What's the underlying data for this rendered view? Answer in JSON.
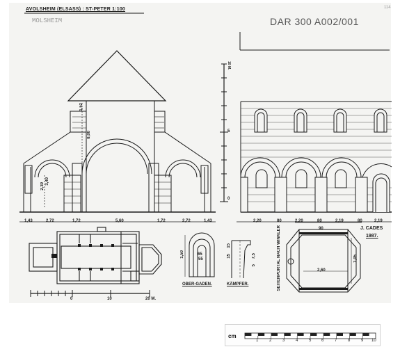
{
  "sheet": {
    "title": "AVOLSHEIM (ELSASS) : ST-PETER 1:100",
    "location_note": "MOLSHEIM",
    "archive_ref": "DAR 300 A002/001",
    "corner_mark": "114"
  },
  "section": {
    "height_scale_top": "10 M.",
    "height_scale_marks": [
      "5",
      "0"
    ],
    "dims_bottom": [
      "1,43",
      "2,72",
      "1,72",
      "5,60",
      "1,72",
      "2,72",
      "1,43"
    ],
    "dims_vertical": [
      "1,52",
      "8,00",
      "2,30",
      "3,40"
    ]
  },
  "elevation": {
    "dims_bottom": [
      "2,20",
      "80",
      "2,20",
      "80",
      "2,19",
      "80",
      "2,19"
    ]
  },
  "plan": {
    "scale_marks": [
      "0",
      "10",
      "20 M."
    ]
  },
  "details": {
    "obergaden": {
      "label": "OBER-GADEN.",
      "dims": [
        "1,50",
        "65",
        "55"
      ]
    },
    "kampfer": {
      "label": "KÄMPFER.",
      "dims": [
        "15",
        "15",
        "7,5",
        "5"
      ]
    },
    "seitenportal": {
      "label": "SEITENPORTAL NACH WINKLER",
      "dims": [
        "1,05",
        "90",
        "2,60"
      ]
    }
  },
  "signature": {
    "line1": "J. CADES",
    "line2": "1987."
  },
  "ruler": {
    "unit": "cm",
    "numbers": [
      "1",
      "2",
      "3",
      "4",
      "5",
      "6",
      "7",
      "8",
      "9",
      "10"
    ]
  }
}
